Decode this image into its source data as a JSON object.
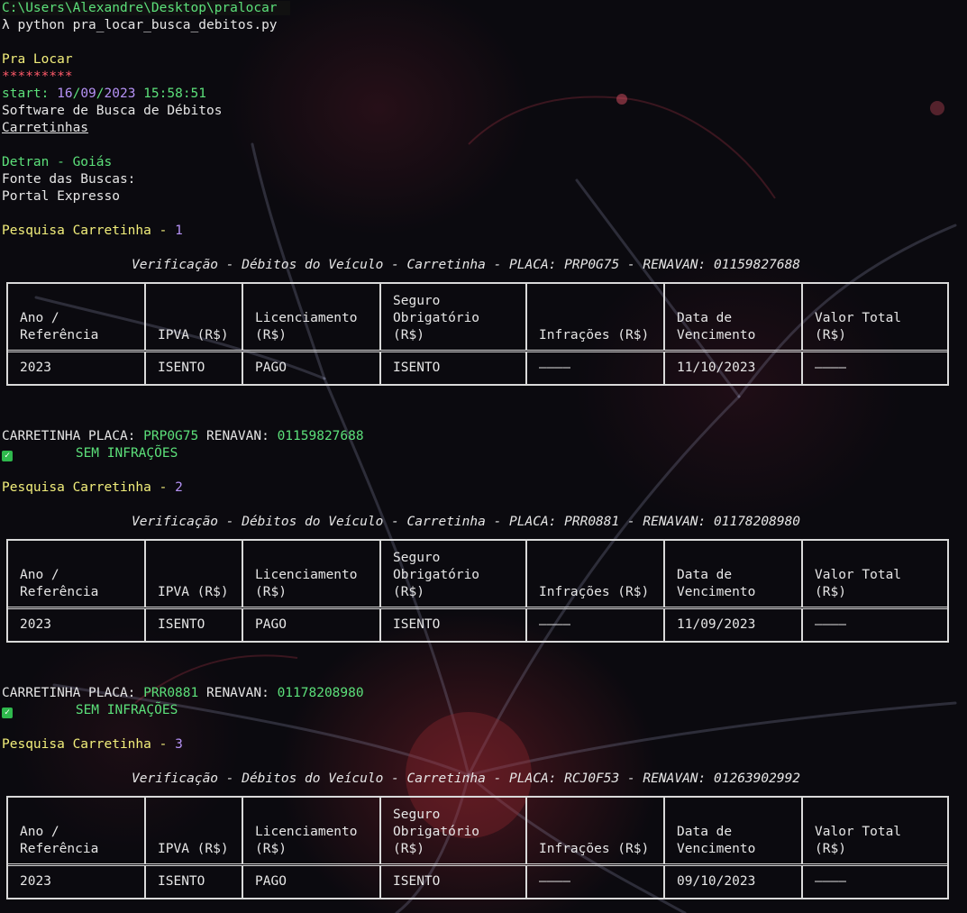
{
  "terminal": {
    "prompt_path": "C:\\Users\\Alexandre\\Desktop\\pralocar",
    "command": "λ python pra_locar_busca_debitos.py"
  },
  "header": {
    "company": "Pra Locar",
    "stars": "*********",
    "start_label": "start: ",
    "start_day": "16",
    "start_month": "09",
    "start_year": "2023",
    "start_time": "15:58:51",
    "software_name": "Software de Busca de Débitos",
    "category": "Carretinhas",
    "source_agency": "Detran - Goiás",
    "source_label": "Fonte das Buscas:",
    "source_name": "Portal Expresso"
  },
  "table_headers": [
    "Ano /\nReferência",
    "IPVA (R$)",
    "Licenciamento\n(R$)",
    "Seguro\nObrigatório\n(R$)",
    "Infrações (R$)",
    "Data de\nVencimento",
    "Valor Total\n(R$)"
  ],
  "searches": [
    {
      "label": "Pesquisa Carretinha - ",
      "number": "1",
      "title": "Verificação - Débitos do Veículo - Carretinha - PLACA: PRP0G75 - RENAVAN: 01159827688",
      "row": [
        "2023",
        "ISENTO",
        "PAGO",
        "ISENTO",
        "————",
        "11/10/2023",
        "————"
      ],
      "summary_prefix": "CARRETINHA PLACA: ",
      "placa": "PRP0G75",
      "renavan_label": " RENAVAN: ",
      "renavan": "01159827688",
      "status": "SEM INFRAÇÕES"
    },
    {
      "label": "Pesquisa Carretinha - ",
      "number": "2",
      "title": "Verificação - Débitos do Veículo - Carretinha - PLACA: PRR0881 - RENAVAN: 01178208980",
      "row": [
        "2023",
        "ISENTO",
        "PAGO",
        "ISENTO",
        "————",
        "11/09/2023",
        "————"
      ],
      "summary_prefix": "CARRETINHA PLACA: ",
      "placa": "PRR0881",
      "renavan_label": " RENAVAN: ",
      "renavan": "01178208980",
      "status": "SEM INFRAÇÕES"
    },
    {
      "label": "Pesquisa Carretinha - ",
      "number": "3",
      "title": "Verificação - Débitos do Veículo - Carretinha - PLACA: RCJ0F53 - RENAVAN: 01263902992",
      "row": [
        "2023",
        "ISENTO",
        "PAGO",
        "ISENTO",
        "————",
        "09/10/2023",
        "————"
      ]
    }
  ]
}
